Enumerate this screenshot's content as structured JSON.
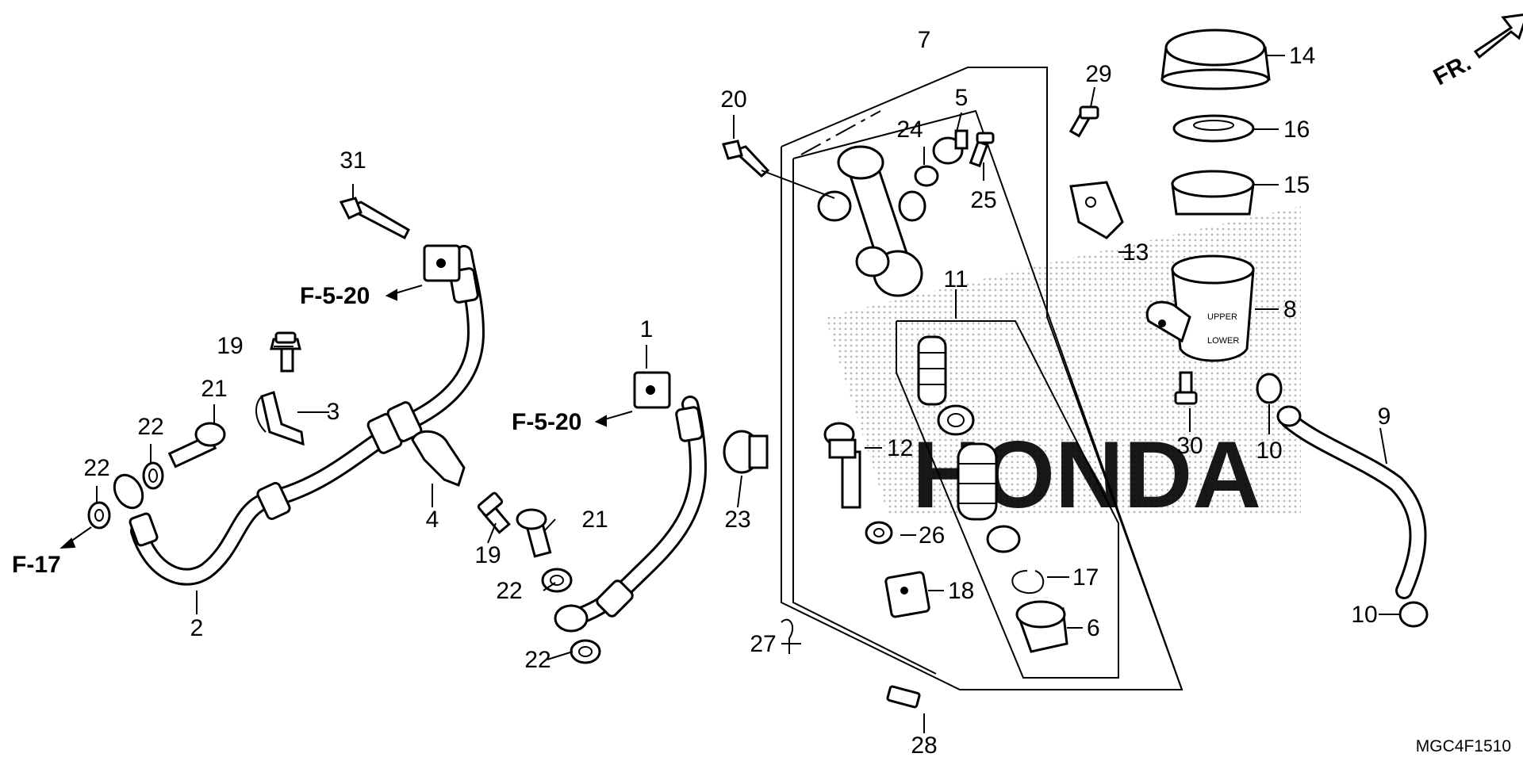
{
  "diagram_code": "MGC4F1510",
  "watermark": "HONDA",
  "direction_label": "FR.",
  "references": {
    "ref_f520_a": "F-5-20",
    "ref_f520_b": "F-5-20",
    "ref_f17": "F-17"
  },
  "callouts": {
    "c1": "1",
    "c2": "2",
    "c3": "3",
    "c4": "4",
    "c5": "5",
    "c6": "6",
    "c7": "7",
    "c8": "8",
    "c9": "9",
    "c10a": "10",
    "c10b": "10",
    "c11": "11",
    "c12": "12",
    "c13": "13",
    "c14": "14",
    "c15": "15",
    "c16": "16",
    "c17": "17",
    "c18": "18",
    "c19a": "19",
    "c19b": "19",
    "c20": "20",
    "c21a": "21",
    "c21b": "21",
    "c22a": "22",
    "c22b": "22",
    "c22c": "22",
    "c22d": "22",
    "c23": "23",
    "c24": "24",
    "c25": "25",
    "c26": "26",
    "c27": "27",
    "c28": "28",
    "c29": "29",
    "c30": "30",
    "c31": "31"
  },
  "reservoir_marks": {
    "upper": "UPPER",
    "lower": "LOWER"
  },
  "colors": {
    "line": "#000000",
    "background": "#ffffff",
    "watermark_dots": "#9a9a9a"
  }
}
